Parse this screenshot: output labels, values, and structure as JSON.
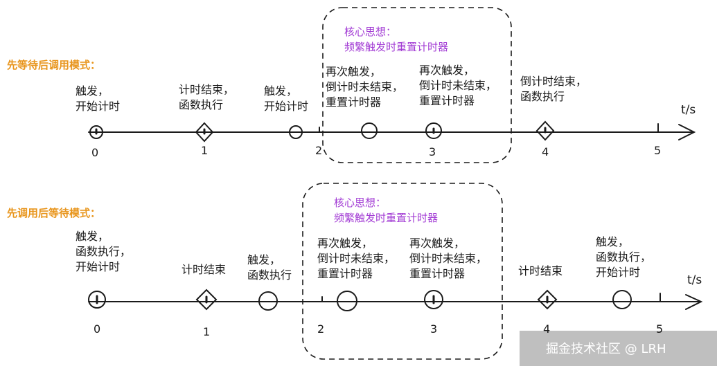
{
  "diagram": {
    "unit_label": "t/s",
    "tick_labels": [
      "0",
      "1",
      "2",
      "3",
      "4",
      "5"
    ],
    "top": {
      "title": "先等待后调用模式：",
      "core_title": "核心思想：",
      "core_text": "频繁触发时重置计时器",
      "annotations": [
        [
          "触发，",
          "开始计时"
        ],
        [
          "计时结束，",
          "函数执行"
        ],
        [
          "触发，",
          "开始计时"
        ],
        [
          "再次触发，",
          "倒计时未结束，",
          "重置计时器"
        ],
        [
          "再次触发，",
          "倒计时未结束，",
          "重置计时器"
        ],
        [
          "倒计时结束，",
          "函数执行"
        ]
      ]
    },
    "bottom": {
      "title": "先调用后等待模式：",
      "core_title": "核心思想：",
      "core_text": "频繁触发时重置计时器",
      "annotations": [
        [
          "触发，",
          "函数执行，",
          "开始计时"
        ],
        [
          "计时结束"
        ],
        [
          "触发，",
          "函数执行"
        ],
        [
          "再次触发，",
          "倒计时未结束，",
          "重置计时器"
        ],
        [
          "再次触发，",
          "倒计时未结束，",
          "重置计时器"
        ],
        [
          "计时结束"
        ],
        [
          "触发，",
          "函数执行，",
          "开始计时"
        ]
      ]
    }
  },
  "watermark": "掘金技术社区 @ LRH"
}
